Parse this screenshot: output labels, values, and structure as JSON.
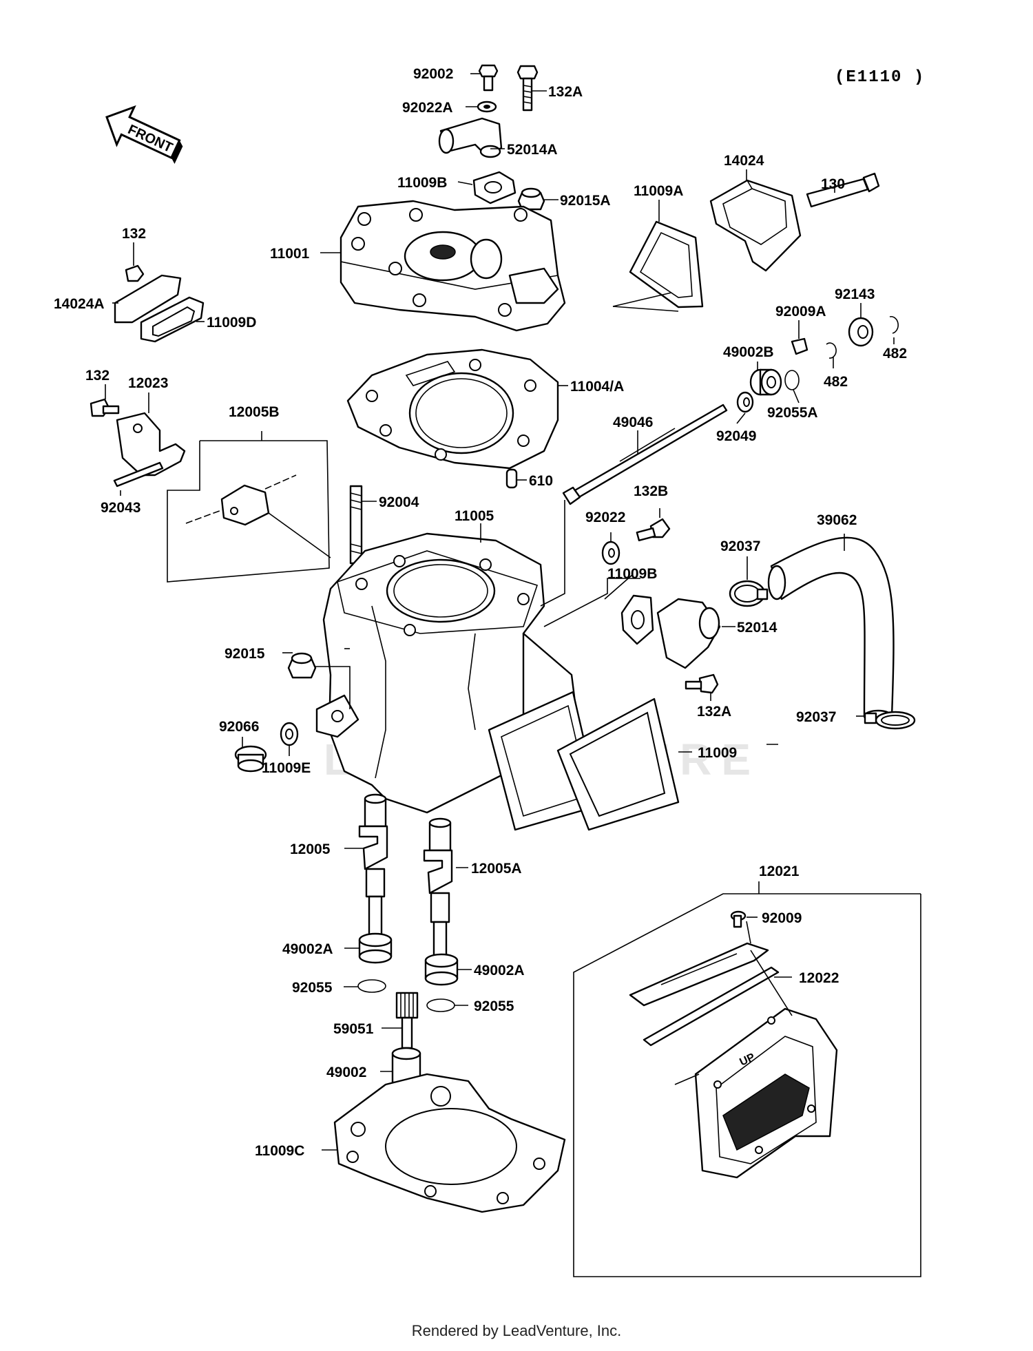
{
  "diagram_code": "(E1110 )",
  "front_label": "FRONT",
  "up_label": "UP",
  "watermark": "LEADVENTURE",
  "footer": "Rendered by LeadVenture, Inc.",
  "labels": {
    "p92002": "92002",
    "p132A_top": "132A",
    "p92022A": "92022A",
    "p52014A": "52014A",
    "p11009B_top": "11009B",
    "p92015A": "92015A",
    "p14024": "14024",
    "p130": "130",
    "p11009A": "11009A",
    "p132_top": "132",
    "p11001": "11001",
    "p14024A": "14024A",
    "p11009D": "11009D",
    "p92143": "92143",
    "p92009A": "92009A",
    "p482_a": "482",
    "p482_b": "482",
    "p49002B": "49002B",
    "p92055A": "92055A",
    "p11004A": "11004/A",
    "p132_mid": "132",
    "p12023": "12023",
    "p49046": "49046",
    "p92049": "92049",
    "p12005B": "12005B",
    "p92043": "92043",
    "p610": "610",
    "p92004": "92004",
    "p11005": "11005",
    "p132B": "132B",
    "p92022": "92022",
    "p39062": "39062",
    "p92037_top": "92037",
    "p11009B_mid": "11009B",
    "p52014": "52014",
    "p92015": "92015",
    "p132A_mid": "132A",
    "p92037_bot": "92037",
    "p92066": "92066",
    "p11009E": "11009E",
    "p11009": "11009",
    "p12005": "12005",
    "p12005A": "12005A",
    "p12021": "12021",
    "p92009": "92009",
    "p49002A_l": "49002A",
    "p49002A_r": "49002A",
    "p12022": "12022",
    "p92055_l": "92055",
    "p92055_r": "92055",
    "p59051": "59051",
    "p49002": "49002",
    "p11009C": "11009C"
  }
}
